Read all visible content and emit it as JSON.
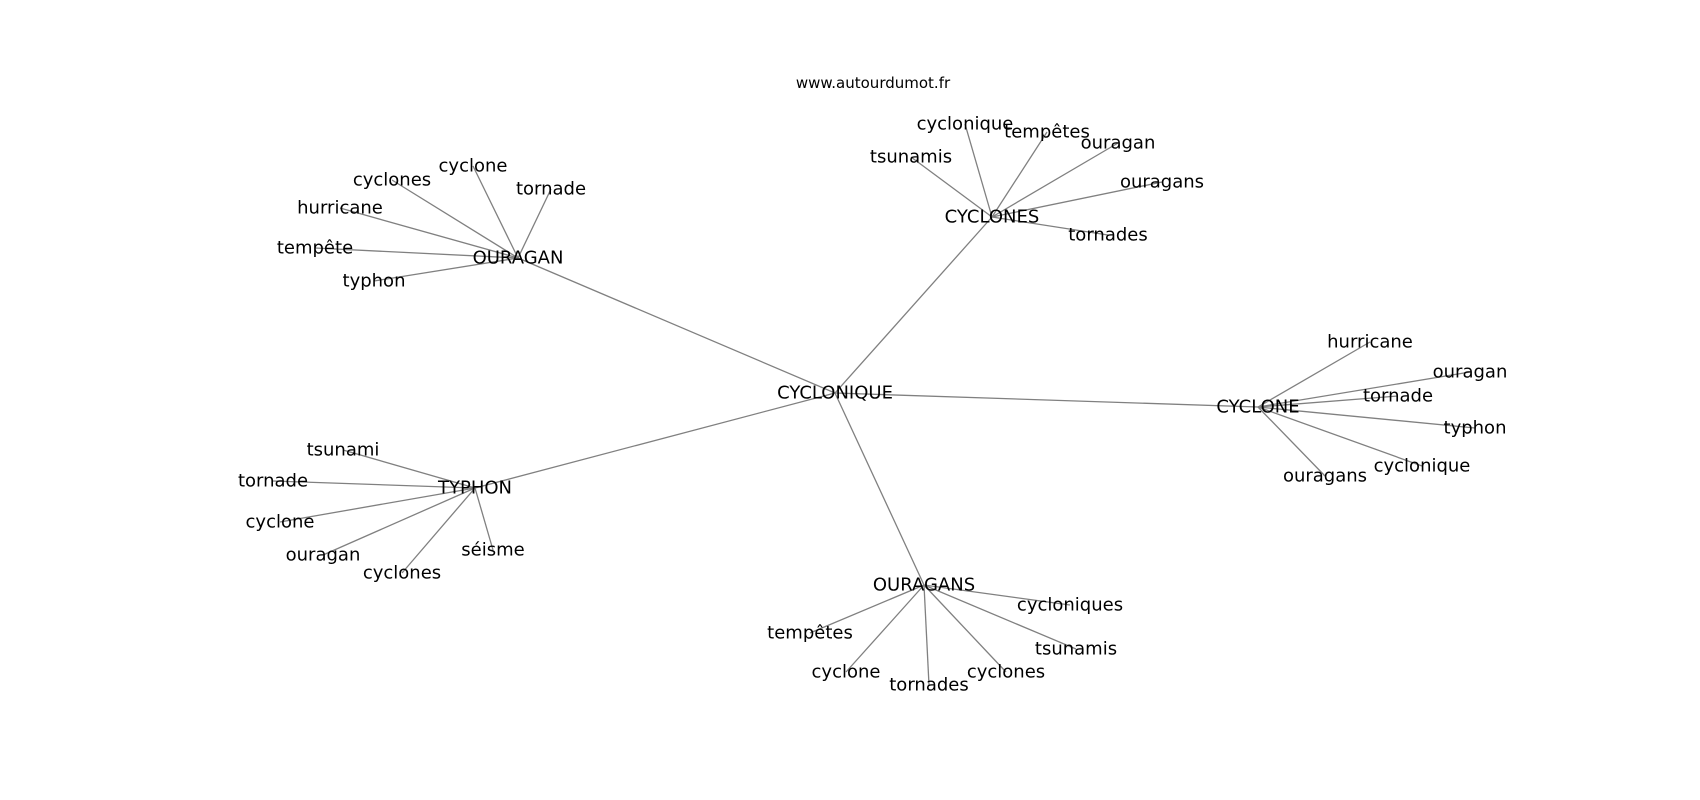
{
  "watermark": "www.autourdumot.fr",
  "colors": {
    "edge": "#808080",
    "text": "#000000",
    "background": "#ffffff"
  },
  "center": {
    "label": "CYCLONIQUE"
  },
  "hubs": [
    {
      "label": "CYCLONES",
      "words": [
        "cyclonique",
        "tempêtes",
        "ouragan",
        "ouragans",
        "tornades",
        "tsunamis"
      ]
    },
    {
      "label": "OURAGAN",
      "words": [
        "cyclone",
        "tornade",
        "cyclones",
        "hurricane",
        "tempête",
        "typhon"
      ]
    },
    {
      "label": "CYCLONE",
      "words": [
        "hurricane",
        "ouragan",
        "tornade",
        "typhon",
        "cyclonique",
        "ouragans"
      ]
    },
    {
      "label": "TYPHON",
      "words": [
        "tsunami",
        "tornade",
        "cyclone",
        "ouragan",
        "cyclones",
        "séisme"
      ]
    },
    {
      "label": "OURAGANS",
      "words": [
        "cycloniques",
        "tempêtes",
        "tsunamis",
        "cyclones",
        "tornades",
        "cyclone"
      ]
    }
  ]
}
